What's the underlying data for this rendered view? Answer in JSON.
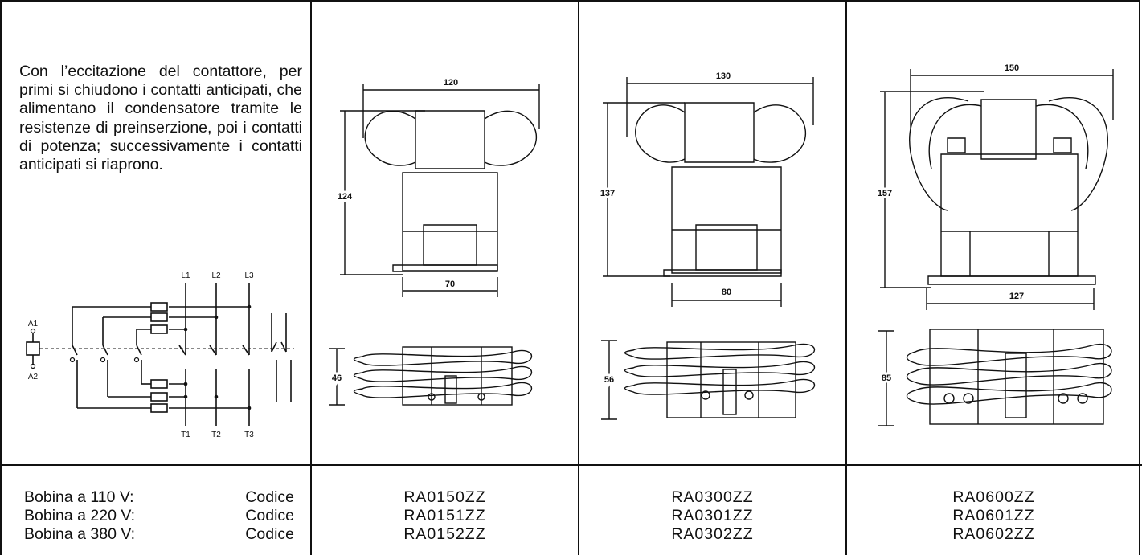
{
  "description": "Con l’eccitazione del contattore, per primi si chiudono i contatti anticipati, che alimentano il condensatore tramite le resistenze di preinserzione, poi i contatti di potenza; successivamente i contatti anticipati si riaprono.",
  "schematic": {
    "line_labels": [
      "L1",
      "L2",
      "L3"
    ],
    "load_labels": [
      "T1",
      "T2",
      "T3"
    ],
    "coil_labels": [
      "A1",
      "A2"
    ]
  },
  "coils": [
    {
      "label": "Bobina a 110 V:",
      "code_label": "Codice"
    },
    {
      "label": "Bobina a 220 V:",
      "code_label": "Codice"
    },
    {
      "label": "Bobina a 380 V:",
      "code_label": "Codice"
    }
  ],
  "models": [
    {
      "width": "120",
      "height": "124",
      "base": "70",
      "depth": "46",
      "codes": [
        "RA0150ZZ",
        "RA0151ZZ",
        "RA0152ZZ"
      ]
    },
    {
      "width": "130",
      "height": "137",
      "base": "80",
      "depth": "56",
      "codes": [
        "RA0300ZZ",
        "RA0301ZZ",
        "RA0302ZZ"
      ]
    },
    {
      "width": "150",
      "height": "157",
      "base": "127",
      "depth": "85",
      "codes": [
        "RA0600ZZ",
        "RA0601ZZ",
        "RA0602ZZ"
      ]
    }
  ]
}
